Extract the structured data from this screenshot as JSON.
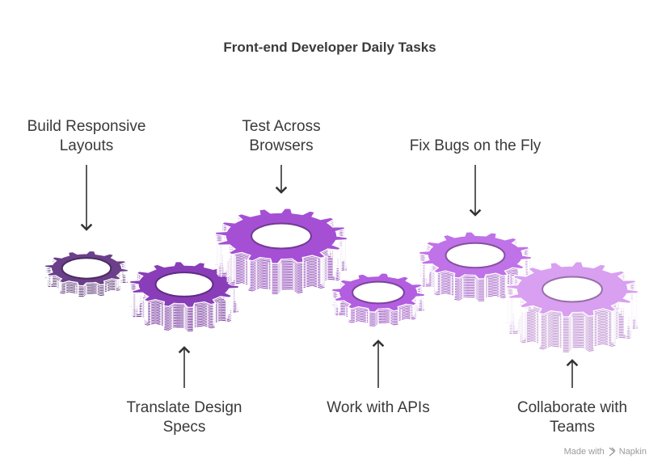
{
  "title": "Front-end Developer Daily Tasks",
  "labels": {
    "build_responsive": "Build Responsive\nLayouts",
    "translate_design": "Translate Design\nSpecs",
    "test_browsers": "Test Across\nBrowsers",
    "work_apis": "Work with APIs",
    "fix_bugs": "Fix Bugs on the Fly",
    "collaborate": "Collaborate with\nTeams"
  },
  "gears": [
    {
      "id": "build_responsive",
      "color": "#6b3f8a",
      "icon": "gear-icon"
    },
    {
      "id": "translate_design",
      "color": "#8a3db8",
      "icon": "gear-icon"
    },
    {
      "id": "test_browsers",
      "color": "#a550d4",
      "icon": "gear-icon"
    },
    {
      "id": "work_apis",
      "color": "#b35ee0",
      "icon": "gear-icon"
    },
    {
      "id": "fix_bugs",
      "color": "#c072e8",
      "icon": "gear-icon"
    },
    {
      "id": "collaborate",
      "color": "#d99ff0",
      "icon": "gear-icon"
    }
  ],
  "footer": {
    "made_with": "Made with",
    "brand": "Napkin",
    "icon": "napkin-logo-icon"
  }
}
